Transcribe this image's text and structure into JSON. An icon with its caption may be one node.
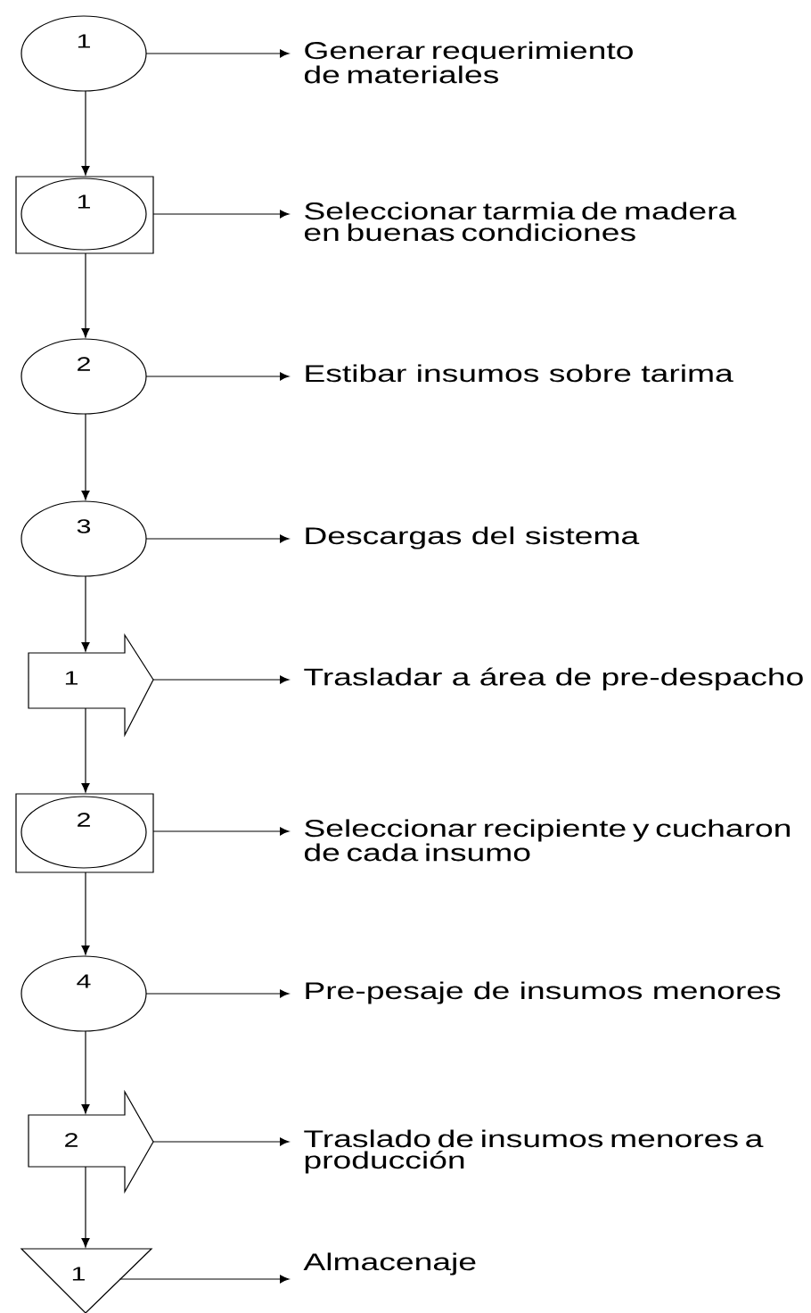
{
  "diagram": {
    "nodes": [
      {
        "text": [
          "1"
        ]
      },
      {
        "text": [
          "Generar requerimiento de materiales"
        ]
      },
      {
        "text": [],
        "shape": "box"
      },
      {
        "text": [
          "1"
        ],
        "in": 2
      },
      {
        "text": [
          "Seleccionar tarmia de madera en buenas condiciones"
        ]
      },
      {
        "text": [
          "2"
        ]
      },
      {
        "text": [
          "Estibar insumos sobre tarima"
        ]
      },
      {
        "text": [
          "3"
        ]
      },
      {
        "text": [
          "Descargas del sistema"
        ]
      },
      {
        "text": [
          "1"
        ]
      },
      {
        "text": [
          "Trasladar a área de pre-despacho"
        ]
      },
      {
        "text": [],
        "shape": "box"
      },
      {
        "text": [
          "2"
        ],
        "in": 11
      },
      {
        "text": [
          "Seleccionar recipiente y cucharon de cada insumo"
        ]
      },
      {
        "text": [
          "4"
        ]
      },
      {
        "text": [
          "Pre-pesaje de insumos menores"
        ]
      },
      {
        "text": [
          "2"
        ]
      },
      {
        "text": [
          "Traslado de insumos menores a producción"
        ]
      },
      {
        "text": [
          "1"
        ]
      },
      {
        "text": [
          "Almacenaje"
        ]
      }
    ],
    "edges": [
      {
        "from": 0,
        "to": 1,
        "arrow": "to"
      },
      {
        "from": 0,
        "to": 2,
        "arrow": "to"
      },
      {
        "from": 2,
        "to": 4,
        "arrow": "to"
      },
      {
        "from": 2,
        "to": 5,
        "arrow": "to"
      },
      {
        "from": 5,
        "to": 6,
        "arrow": "to"
      },
      {
        "from": 5,
        "to": 7,
        "arrow": "to"
      },
      {
        "from": 7,
        "to": 8,
        "arrow": "to"
      },
      {
        "from": 7,
        "to": 9,
        "arrow": "to"
      },
      {
        "from": 9,
        "to": 10,
        "arrow": "to"
      },
      {
        "from": 9,
        "to": 11,
        "arrow": "to"
      },
      {
        "from": 11,
        "to": 13,
        "arrow": "to"
      },
      {
        "from": 11,
        "to": 14,
        "arrow": "to"
      },
      {
        "from": 14,
        "to": 15,
        "arrow": "to"
      },
      {
        "from": 14,
        "to": 16,
        "arrow": "to"
      },
      {
        "from": 16,
        "to": 17,
        "arrow": "to"
      },
      {
        "from": 16,
        "to": 18,
        "arrow": "to"
      },
      {
        "from": 18,
        "to": 19,
        "arrow": "to"
      }
    ]
  }
}
